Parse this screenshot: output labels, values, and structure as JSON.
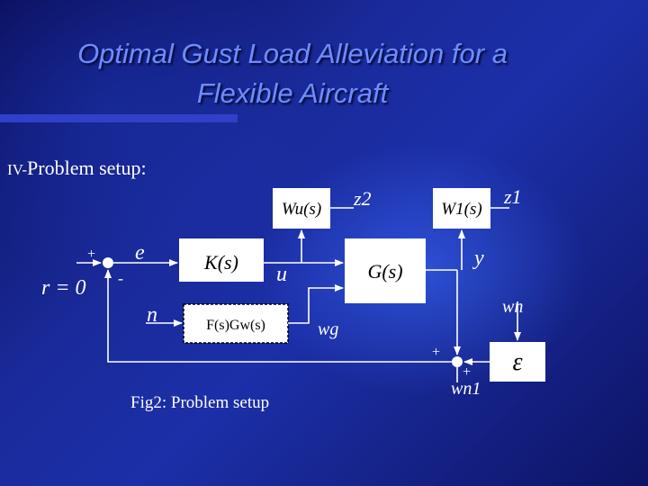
{
  "slide": {
    "title_line1": "Optimal Gust Load Alleviation for a",
    "title_line2": "Flexible Aircraft",
    "section_number": "IV-",
    "section_title": "Problem setup:",
    "caption": "Fig2: Problem setup"
  },
  "diagram": {
    "blocks": {
      "K": "K(s)",
      "G": "G(s)",
      "Wu": "Wu(s)",
      "W1": "W1(s)",
      "F": "F(s)Gw(s)",
      "eps": "ε"
    },
    "signals": {
      "e": "e",
      "u": "u",
      "r": "r = 0",
      "n": "n",
      "z2": "z2",
      "z1": "z1",
      "y": "y",
      "wg": "wg",
      "wn": "wn",
      "wn1": "wn1"
    },
    "signs": {
      "sum1_plus": "+",
      "sum1_minus": "-",
      "sum2_plus_top": "+",
      "sum2_plus_bottom": "+"
    }
  }
}
